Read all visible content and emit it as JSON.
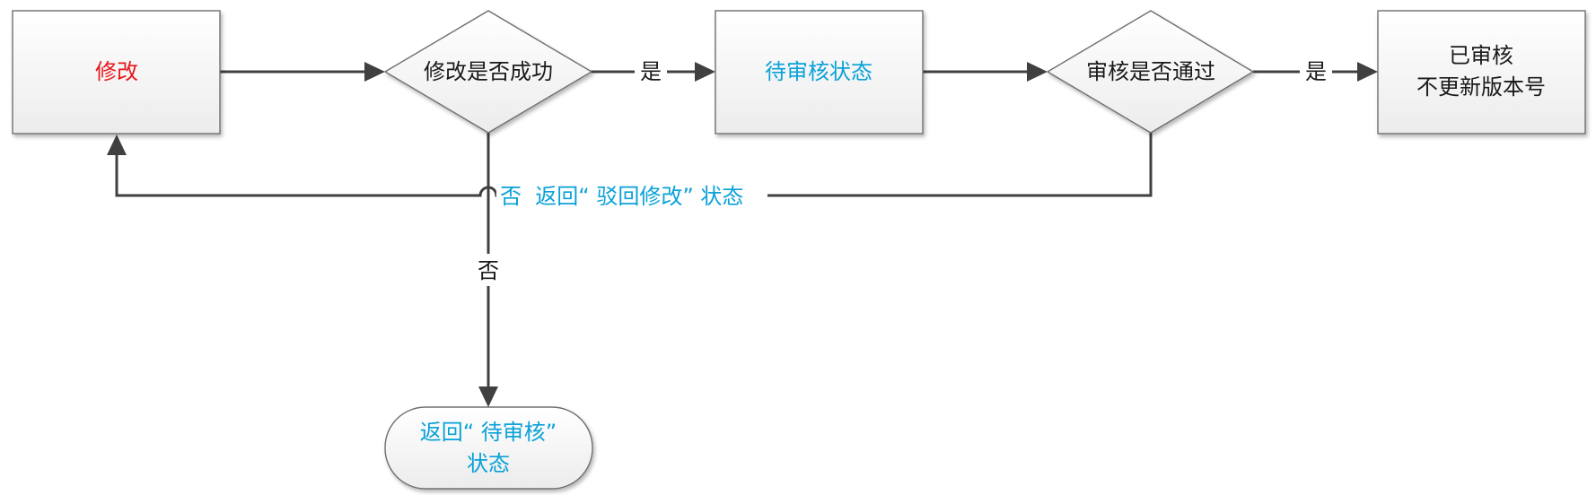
{
  "colors": {
    "node_fill_top": "#ffffff",
    "node_fill_bottom": "#ececec",
    "node_border": "#6f6f6f",
    "edge": "#404040",
    "text_default": "#1a1a1a",
    "text_red": "#e8161b",
    "text_blue": "#0aa1d8"
  },
  "nodes": {
    "modify": {
      "label": "修改"
    },
    "modify_success": {
      "label": "修改是否成功"
    },
    "pending_review": {
      "label": "待审核状态"
    },
    "review_passed": {
      "label": "审核是否通过"
    },
    "reviewed": {
      "line1": "已审核",
      "line2": "不更新版本号"
    },
    "return_pending": {
      "line1": "返回“ 待审核”",
      "line2": "状态"
    }
  },
  "edges": {
    "success_yes": "是",
    "review_yes": "是",
    "modify_fail_no": "否",
    "review_reject": "否  返回“ 驳回修改” 状态"
  }
}
